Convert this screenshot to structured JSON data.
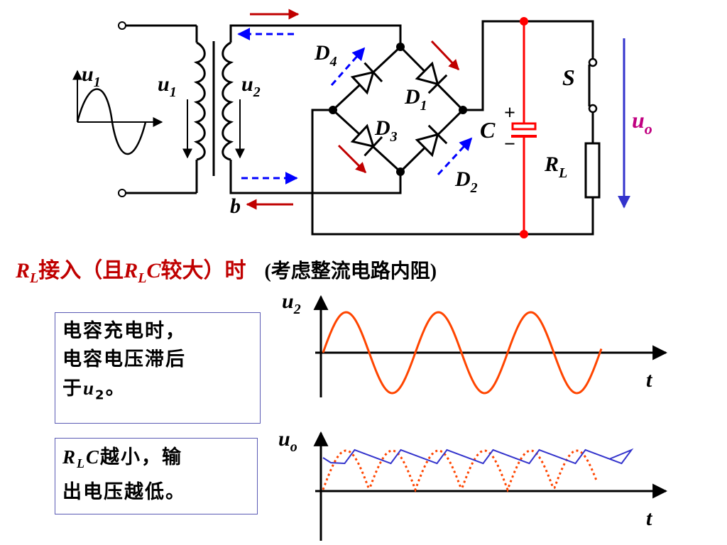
{
  "colors": {
    "wire": "#000000",
    "conventional_arrow": "#c00000",
    "dashed_arrow": "#0000ff",
    "capacitor_line": "#ff0000",
    "output_arrow": "#3333cc",
    "u2_wave": "#ff4500",
    "uo_wave": "#3333cc",
    "box_border": "#5a5ab4"
  },
  "circuit": {
    "u1_left": {
      "main": "u",
      "sub": "1"
    },
    "u1_primary": {
      "main": "u",
      "sub": "1"
    },
    "u2_secondary": {
      "main": "u",
      "sub": "2"
    },
    "d4": {
      "main": "D",
      "sub": "4"
    },
    "d1": {
      "main": "D",
      "sub": "1"
    },
    "d3": {
      "main": "D",
      "sub": "3"
    },
    "d2": {
      "main": "D",
      "sub": "2"
    },
    "c_label": "C",
    "plus": "+",
    "minus": "−",
    "s_label": "S",
    "rl": {
      "main": "R",
      "sub": "L"
    },
    "uo": {
      "main": "u",
      "sub": "o"
    },
    "b_label": "b"
  },
  "heading": {
    "r": "R",
    "l": "L",
    "t1": "接入（且",
    "r2": "R",
    "l2": "L",
    "c": "C",
    "t2": "较大）时",
    "note": "(考虑整流电路内阻)"
  },
  "box1": {
    "line1": "电容充电时，",
    "line2": "电容电压滞后",
    "line3a": "于",
    "u": "u",
    "sub": "2",
    "line3b": "。"
  },
  "box2": {
    "r": "R",
    "l": "L",
    "c": "C",
    "text1": "越小，输",
    "line2": "出电压越低。"
  },
  "graph_top": {
    "y_label_main": "u",
    "y_label_sub": "2",
    "x_label": "t"
  },
  "graph_bottom": {
    "y_label_main": "u",
    "y_label_sub": "o",
    "x_label": "t"
  }
}
